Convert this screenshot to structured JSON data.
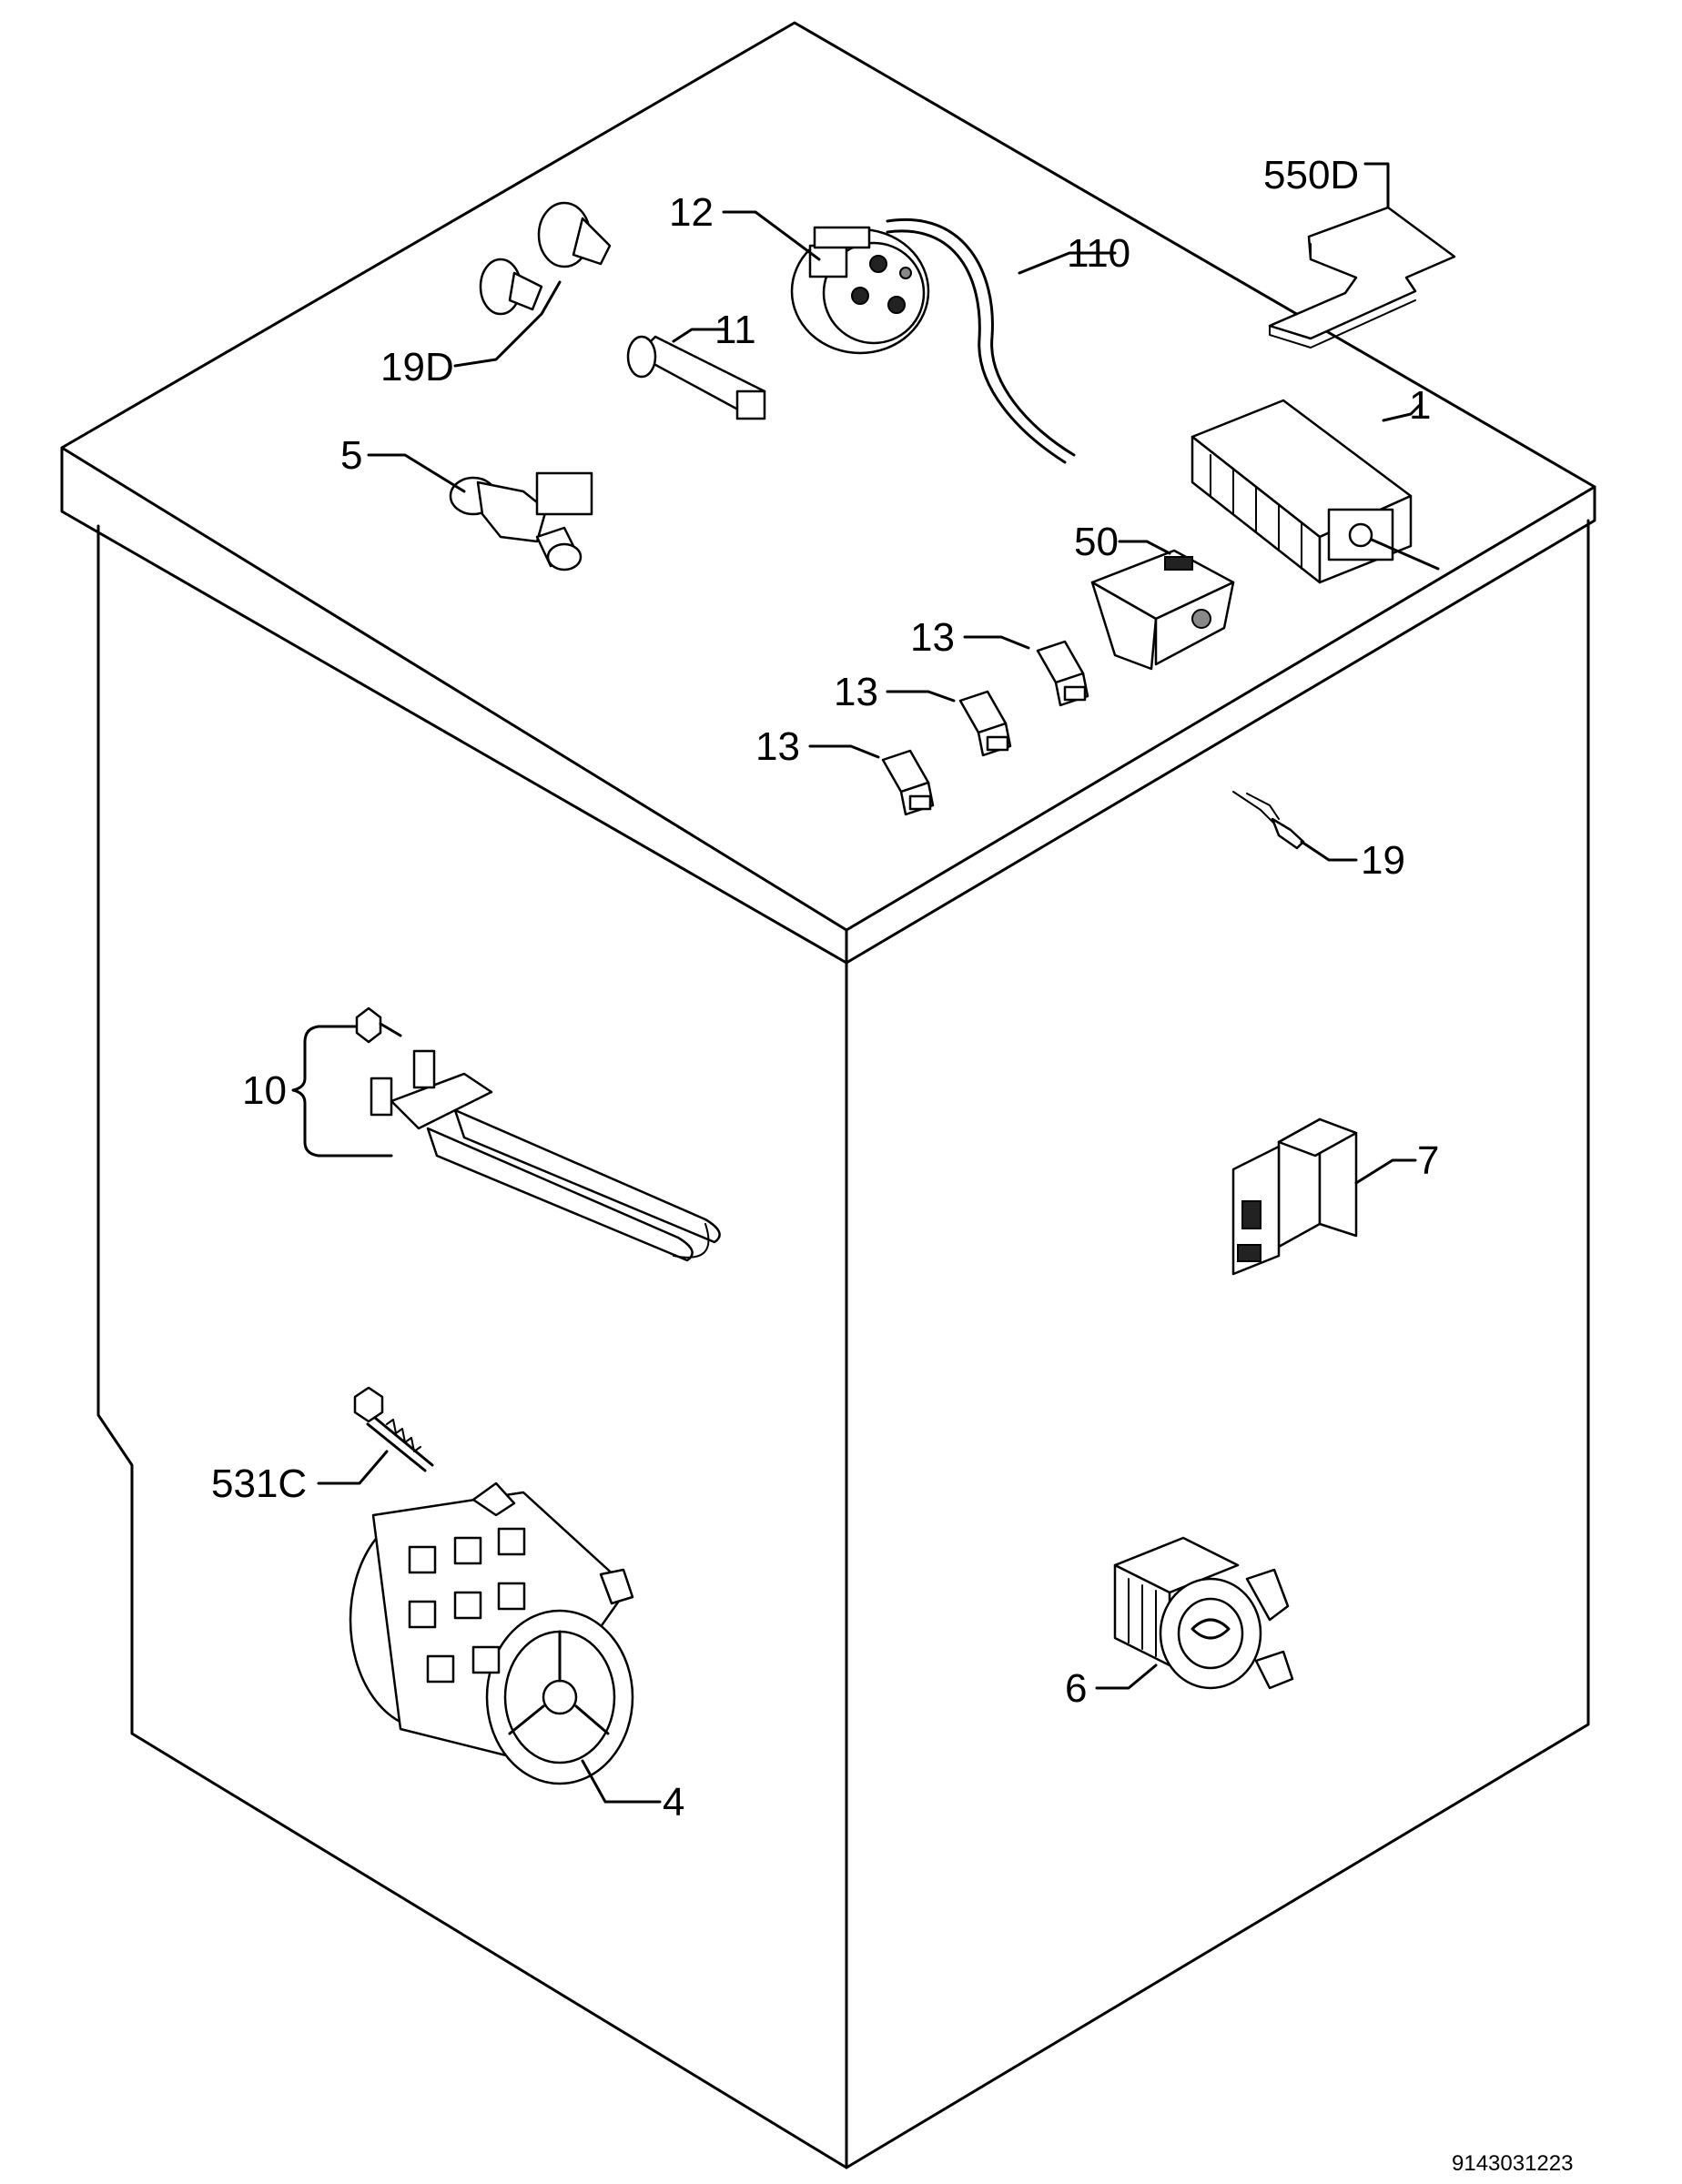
{
  "labels": {
    "p550D": "550D",
    "p12": "12",
    "p110": "110",
    "p19D": "19D",
    "p11": "11",
    "p1": "1",
    "p5": "5",
    "p50": "50",
    "p13a": "13",
    "p13b": "13",
    "p13c": "13",
    "p19": "19",
    "p10": "10",
    "p7": "7",
    "p531C": "531C",
    "p6": "6",
    "p4": "4"
  },
  "drawing_code": "9143031223"
}
